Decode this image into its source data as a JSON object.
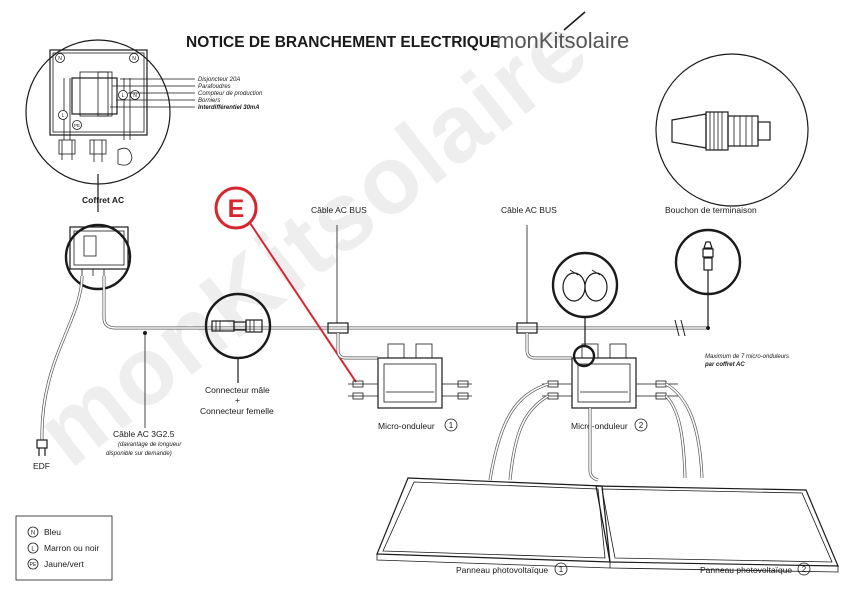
{
  "header": {
    "title": "NOTICE DE BRANCHEMENT ELECTRIQUE",
    "brand": "monKitsolaire"
  },
  "watermark": "monKitsolaire",
  "coffret_detail": {
    "pins": [
      "N",
      "N",
      "L",
      "N",
      "L",
      "PE"
    ],
    "legend": [
      "Disjoncteur 20A",
      "Parafoudres",
      "Compteur de production",
      "Borniers",
      "Interdifférentiel 30mA"
    ]
  },
  "labels": {
    "coffret_ac": "Coffret AC",
    "edf": "EDF",
    "cable_ac_3g25": "Câble AC 3G2.5",
    "cable_ac_3g25_note_1": "(davantage de longueur",
    "cable_ac_3g25_note_2": "disponible sur demande)",
    "connecteur_male": "Connecteur mâle",
    "plus": "+",
    "connecteur_femelle": "Connecteur femelle",
    "marker_e": "E",
    "cable_ac_bus_1": "Câble AC BUS",
    "cable_ac_bus_2": "Câble AC BUS",
    "micro_onduleur": "Micro-onduleur",
    "micro_1_num": "1",
    "micro_2_num": "2",
    "bouchon": "Bouchon de terminaison",
    "max_note_1": "Maximum de 7 micro-onduleurs",
    "max_note_2": "par coffret AC",
    "panneau": "Panneau photovoltaïque",
    "panneau_1_num": "1",
    "panneau_2_num": "2"
  },
  "legend": [
    {
      "symbol": "N",
      "label": "Bleu"
    },
    {
      "symbol": "L",
      "label": "Marron ou noir"
    },
    {
      "symbol": "PE",
      "label": "Jaune/vert"
    }
  ],
  "colors": {
    "marker_red": "#d7262e",
    "line": "#1a1a1a",
    "watermark": "#eeeeee",
    "brand_grey": "#555555"
  }
}
